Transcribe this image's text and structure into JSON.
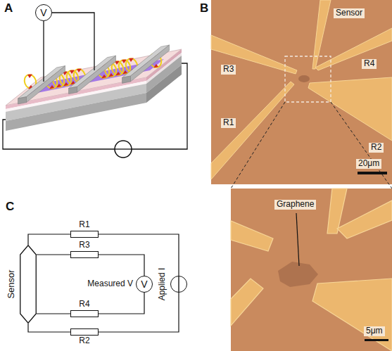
{
  "diagram": {
    "nodes": [
      {
        "text": [
          "V"
        ]
      },
      {
        "text": [
          "R1"
        ]
      },
      {
        "text": [
          "R3"
        ]
      },
      {
        "text": [
          "Sensor"
        ]
      },
      {
        "text": [
          "Measured V",
          "V"
        ]
      },
      {
        "text": [
          "Applied I"
        ]
      },
      {
        "text": [
          "R4"
        ]
      },
      {
        "text": [
          "R2"
        ]
      }
    ],
    "edges": [
      {
        "from": 1,
        "to": 3,
        "arrow": "none"
      },
      {
        "from": 1,
        "to": 5,
        "arrow": "none"
      },
      {
        "from": 2,
        "to": 3,
        "arrow": "none"
      },
      {
        "from": 2,
        "to": 4,
        "arrow": "none"
      },
      {
        "from": 6,
        "to": 3,
        "arrow": "none"
      },
      {
        "from": 6,
        "to": 4,
        "arrow": "none"
      },
      {
        "from": 7,
        "to": 3,
        "arrow": "none"
      },
      {
        "from": 7,
        "to": 5,
        "arrow": "none"
      }
    ],
    "labels": [
      "A",
      "B",
      "C",
      "Sensor",
      "R4",
      "R3",
      "R2",
      "R1",
      "20μm",
      "Graphene",
      "5μm"
    ]
  }
}
